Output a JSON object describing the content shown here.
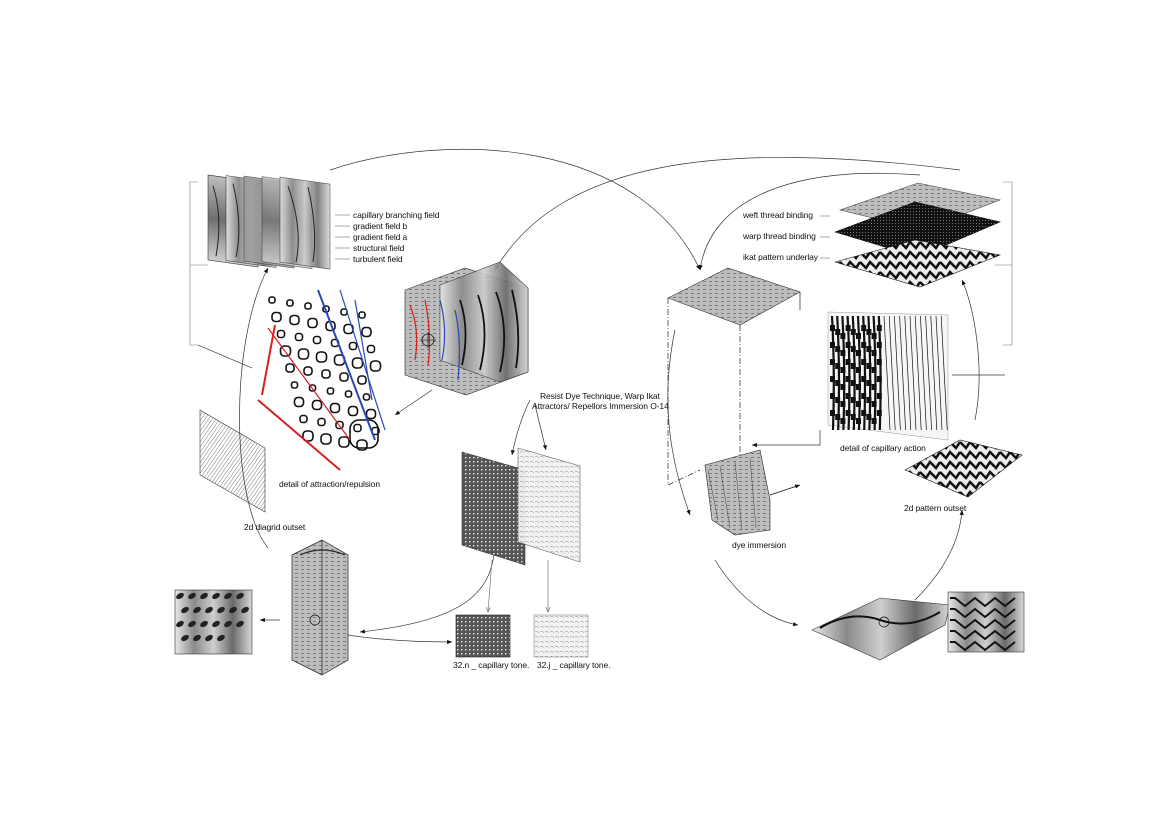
{
  "layer_labels": [
    "capillary branching field",
    "gradient field b",
    "gradient field a",
    "structural field",
    "turbulent field"
  ],
  "weave_labels": [
    "weft thread binding",
    "warp thread binding",
    "ikat pattern underlay"
  ],
  "captions": {
    "attraction": "detail of attraction/repulsion",
    "diagrid": "2d diagrid outset",
    "resist_line1": "Resist Dye Technique, Warp Ikat",
    "resist_line2": "Attractors/ Repellors Immersion O-14",
    "tone_n": "32.n _ capillary tone.",
    "tone_j": "32.j _ capillary tone.",
    "dye": "dye immersion",
    "capillary_action": "detail of capillary action",
    "pattern_outset": "2d pattern outset"
  },
  "colors": {
    "attractor_red": "#d62020",
    "repellor_blue": "#2a48b8",
    "ink": "#111111"
  }
}
